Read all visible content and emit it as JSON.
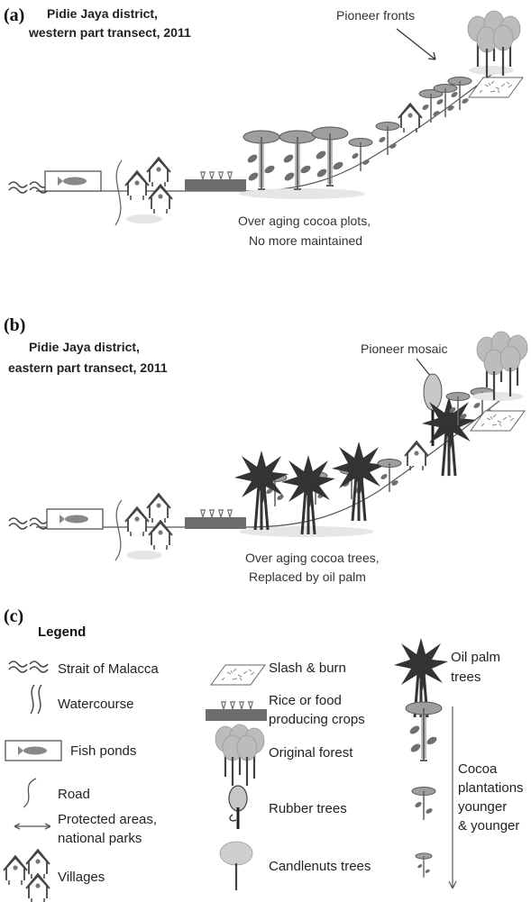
{
  "panels": [
    {
      "id": "a",
      "label": "(a)",
      "title_line1": "Pidie Jaya district,",
      "title_line2": "western part transect, 2011",
      "callout": "Pioneer fronts",
      "caption_line1": "Over aging cocoa plots,",
      "caption_line2": "No more maintained"
    },
    {
      "id": "b",
      "label": "(b)",
      "title_line1": "Pidie Jaya district,",
      "title_line2": "eastern part transect, 2011",
      "callout": "Pioneer mosaic",
      "caption_line1": "Over aging cocoa trees,",
      "caption_line2": "Replaced by oil palm"
    }
  ],
  "legend": {
    "panel_label": "(c)",
    "title": "Legend",
    "left_items": {
      "strait": "Strait of Malacca",
      "watercourse": "Watercourse",
      "fish_ponds": "Fish ponds",
      "road": "Road",
      "protected_line1": "Protected areas,",
      "protected_line2": "national parks",
      "villages": "Villages"
    },
    "middle_items": {
      "slash_burn": "Slash & burn",
      "rice_line1": "Rice or food",
      "rice_line2": "producing crops",
      "original_forest": "Original forest",
      "rubber": "Rubber trees",
      "candlenut": "Candlenuts trees"
    },
    "right_items": {
      "oil_palm_line1": "Oil palm",
      "oil_palm_line2": "trees",
      "cocoa_line1": "Cocoa",
      "cocoa_line2": "plantations",
      "cocoa_line3": "younger",
      "cocoa_line4": "& younger"
    }
  },
  "colors": {
    "ink": "#444444",
    "cocoa_canopy": "#9e9e9e",
    "leaf": "#6f6f6f",
    "oil_palm": "#333333",
    "forest": "#bcbcbc",
    "rice": "#6d6d6d",
    "shadow": "#e6e6e6"
  }
}
